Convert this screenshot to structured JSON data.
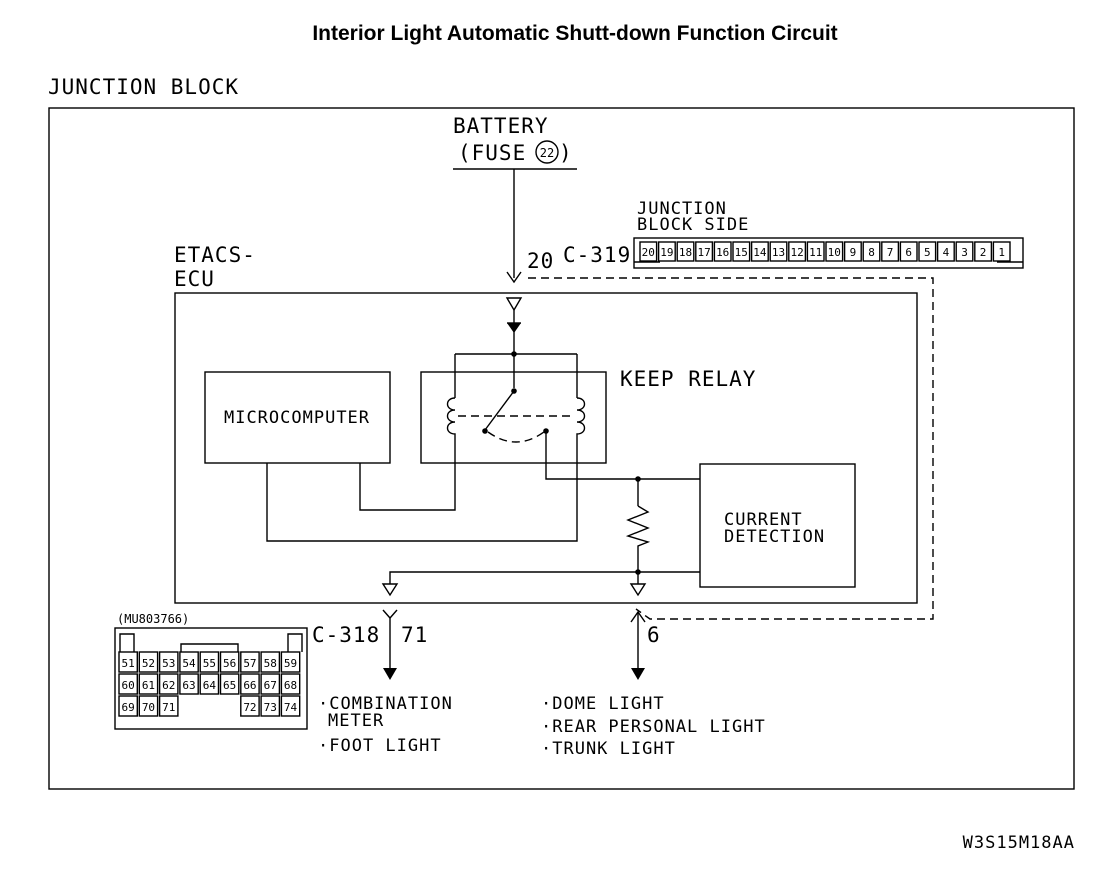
{
  "title": "Interior Light Automatic Shutt-down Function Circuit",
  "junction_block_label": "JUNCTION BLOCK",
  "battery": {
    "line1": "BATTERY",
    "fuse_prefix": "(FUSE",
    "fuse_number": "22",
    "fuse_suffix": ")"
  },
  "etacs": {
    "line1": "ETACS-",
    "line2": "ECU"
  },
  "connector_c319": {
    "name": "C-319",
    "pin": "20",
    "side_label_line1": "JUNCTION",
    "side_label_line2": "BLOCK SIDE",
    "pins": [
      "20",
      "19",
      "18",
      "17",
      "16",
      "15",
      "14",
      "13",
      "12",
      "11",
      "10",
      "9",
      "8",
      "7",
      "6",
      "5",
      "4",
      "3",
      "2",
      "1"
    ]
  },
  "microcomputer": "MICROCOMPUTER",
  "keep_relay": "KEEP RELAY",
  "current_detection": {
    "line1": "CURRENT",
    "line2": "DETECTION"
  },
  "connector_c318": {
    "name": "C-318",
    "pin_a": "71",
    "pin_b": "6",
    "part_number": "(MU803766)",
    "rows": [
      [
        "51",
        "52",
        "53",
        "54",
        "55",
        "56",
        "57",
        "58",
        "59"
      ],
      [
        "60",
        "61",
        "62",
        "63",
        "64",
        "65",
        "66",
        "67",
        "68"
      ],
      [
        "69",
        "70",
        "71",
        "",
        "",
        "",
        "72",
        "73",
        "74"
      ]
    ]
  },
  "outputs_left": {
    "line1": "·COMBINATION",
    "line2": "METER",
    "line3": "·FOOT LIGHT"
  },
  "outputs_right": {
    "line1": "·DOME LIGHT",
    "line2": "·REAR PERSONAL LIGHT",
    "line3": "·TRUNK LIGHT"
  },
  "diagram_code": "W3S15M18AA"
}
